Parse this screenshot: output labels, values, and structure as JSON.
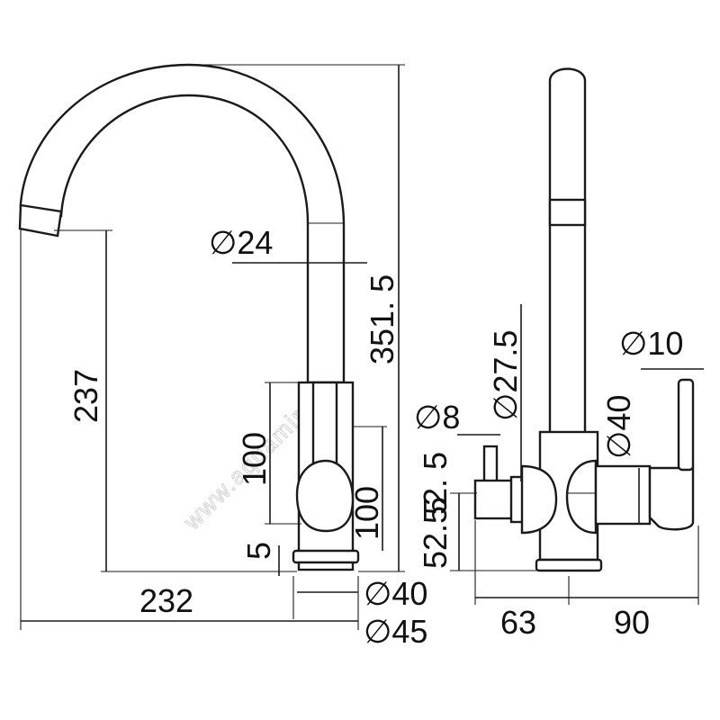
{
  "watermark": "www.aquamir.ru",
  "colors": {
    "line": "#1a1a1a",
    "background": "#ffffff",
    "watermark": "#c8c8c8"
  },
  "labels": {
    "height_total": "351. 5",
    "spout_height": "237",
    "spout_reach": "232",
    "pipe_diameter": "∅24",
    "body_height_left": "100",
    "body_height_right": "100",
    "base_thickness": "5",
    "base_inner_diameter": "∅40",
    "base_outer_diameter": "∅45",
    "handle_diameter": "∅27.5",
    "stem_diameter": "∅8",
    "body_diameter_side": "∅40",
    "lever_diameter": "∅10",
    "side_height_a": "52. 5",
    "side_height_b": "52. 5",
    "width_left": "63",
    "width_right": "90"
  }
}
